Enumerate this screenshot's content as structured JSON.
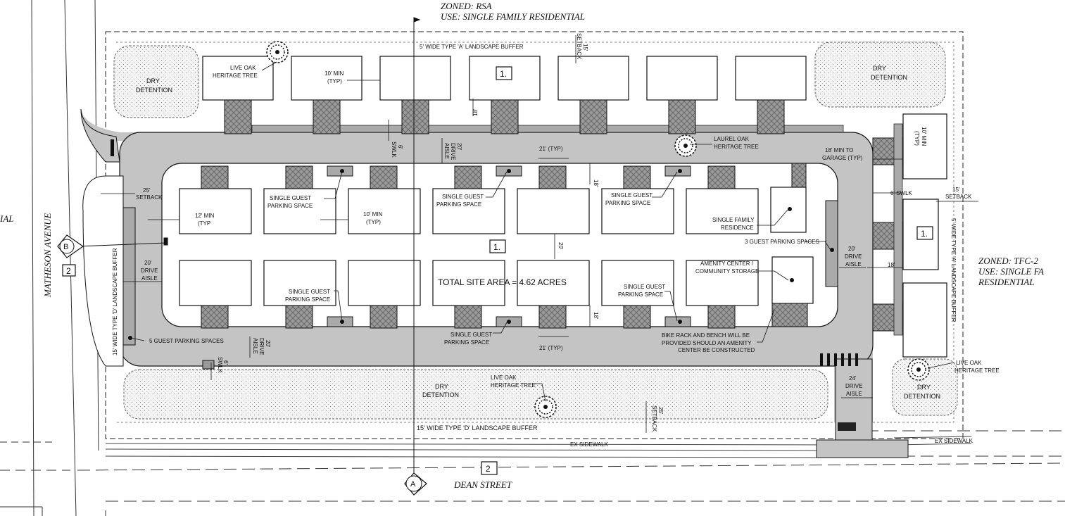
{
  "zoning": {
    "north_zone": "ZONED: RSA",
    "north_use": "USE: SINGLE FAMILY RESIDENTIAL",
    "east_zone": "ZONED: TFC-2",
    "east_use_line1": "USE: SINGLE FA",
    "east_use_line2": "RESIDENTIAL",
    "west_fragment": "IAL"
  },
  "streets": {
    "west": "MATHESON AVENUE",
    "south": "DEAN STREET"
  },
  "site": {
    "total_area": "TOTAL SITE AREA = 4.62 ACRES"
  },
  "callouts": {
    "one": "1.",
    "two": "2"
  },
  "section_markers": {
    "a": "A",
    "b": "B"
  },
  "labels": {
    "dry_detention_1": "DRY",
    "dry_detention_2": "DETENTION",
    "buffer_north": "5' WIDE TYPE 'A' LANDSCAPE BUFFER",
    "buffer_south": "15' WIDE TYPE 'D' LANDSCAPE BUFFER",
    "buffer_west": "15' WIDE TYPE 'D' LANDSCAPE BUFFER",
    "buffer_east": "5' WIDE TYPE 'A' LANDSCAPE BUFFER",
    "live_oak_1": "LIVE OAK",
    "live_oak_2": "HERITAGE TREE",
    "laurel_oak_1": "LAUREL OAK",
    "laurel_oak_2": "HERITAGE TREE",
    "guest_1": "SINGLE GUEST",
    "guest_2": "PARKING SPACE",
    "min10_1": "10' MIN",
    "min10_2": "(TYP)",
    "min12_1": "12' MIN",
    "min12_2": "(TYP",
    "typ21": "21' (TYP)",
    "d18": "18'",
    "d20": "20'",
    "d24": "24'",
    "d6": "6'",
    "d15": "15'",
    "d25": "25'",
    "drive": "DRIVE",
    "aisle": "AISLE",
    "swlk": "SWLK",
    "swlk6": "6' SWLK",
    "setback": "SETBACK",
    "garage_1": "18' MIN TO",
    "garage_2": "GARAGE (TYP)",
    "sfr_1": "SINGLE FAMILY",
    "sfr_2": "RESIDENCE",
    "amenity_1": "AMENITY CENTER /",
    "amenity_2": "COMMUNITY STORAGE",
    "guest3": "3 GUEST PARKING SPACES",
    "guest5": "5 GUEST PARKING SPACES",
    "bike_1": "BIKE RACK AND BENCH WILL BE",
    "bike_2": "PROVIDED SHOULD AN AMENITY",
    "bike_3": "CENTER BE CONSTRUCTED",
    "ex_sidewalk": "EX SIDEWALK"
  },
  "colors": {
    "pavement": "#c4c4c4",
    "line": "#111111",
    "detention": "#f2f2f2"
  }
}
